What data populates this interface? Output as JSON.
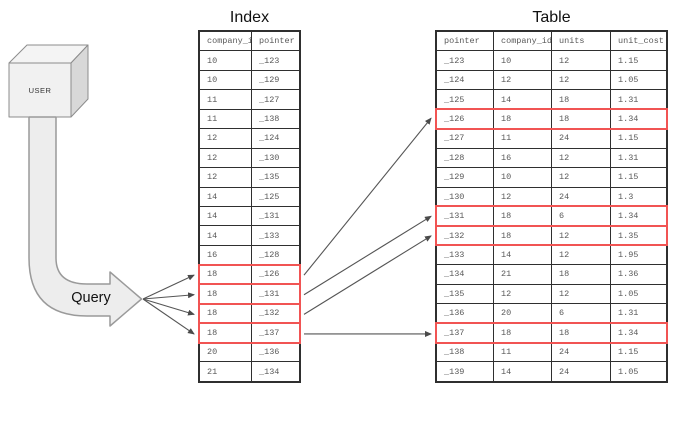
{
  "user": {
    "label": "USER"
  },
  "query": {
    "label": "Query"
  },
  "index_table": {
    "title": "Index",
    "columns": [
      "company_id",
      "pointer"
    ],
    "rows": [
      [
        "10",
        "_123"
      ],
      [
        "10",
        "_129"
      ],
      [
        "11",
        "_127"
      ],
      [
        "11",
        "_138"
      ],
      [
        "12",
        "_124"
      ],
      [
        "12",
        "_130"
      ],
      [
        "12",
        "_135"
      ],
      [
        "14",
        "_125"
      ],
      [
        "14",
        "_131"
      ],
      [
        "14",
        "_133"
      ],
      [
        "16",
        "_128"
      ],
      [
        "18",
        "_126"
      ],
      [
        "18",
        "_131"
      ],
      [
        "18",
        "_132"
      ],
      [
        "18",
        "_137"
      ],
      [
        "20",
        "_136"
      ],
      [
        "21",
        "_134"
      ]
    ],
    "highlighted_rows": [
      11,
      12,
      13,
      14
    ]
  },
  "main_table": {
    "title": "Table",
    "columns": [
      "pointer",
      "company_id",
      "units",
      "unit_cost"
    ],
    "rows": [
      [
        "_123",
        "10",
        "12",
        "1.15"
      ],
      [
        "_124",
        "12",
        "12",
        "1.05"
      ],
      [
        "_125",
        "14",
        "18",
        "1.31"
      ],
      [
        "_126",
        "18",
        "18",
        "1.34"
      ],
      [
        "_127",
        "11",
        "24",
        "1.15"
      ],
      [
        "_128",
        "16",
        "12",
        "1.31"
      ],
      [
        "_129",
        "10",
        "12",
        "1.15"
      ],
      [
        "_130",
        "12",
        "24",
        "1.3"
      ],
      [
        "_131",
        "18",
        "6",
        "1.34"
      ],
      [
        "_132",
        "18",
        "12",
        "1.35"
      ],
      [
        "_133",
        "14",
        "12",
        "1.95"
      ],
      [
        "_134",
        "21",
        "18",
        "1.36"
      ],
      [
        "_135",
        "12",
        "12",
        "1.05"
      ],
      [
        "_136",
        "20",
        "6",
        "1.31"
      ],
      [
        "_137",
        "18",
        "18",
        "1.34"
      ],
      [
        "_138",
        "11",
        "24",
        "1.15"
      ],
      [
        "_139",
        "14",
        "24",
        "1.05"
      ]
    ],
    "highlighted_rows": [
      3,
      8,
      9,
      14
    ]
  },
  "connections": {
    "query_to_index_rows": [
      11,
      12,
      13,
      14
    ],
    "index_to_table_rows": [
      [
        11,
        3
      ],
      [
        12,
        8
      ],
      [
        13,
        9
      ],
      [
        14,
        14
      ]
    ]
  },
  "colors": {
    "highlight": "#f15453",
    "border": "#2f2f2f",
    "cell_text": "#595959",
    "arrow": "#555555",
    "shape_fill": "#ededed",
    "shape_stroke": "#999999",
    "title_text": "#111111"
  }
}
